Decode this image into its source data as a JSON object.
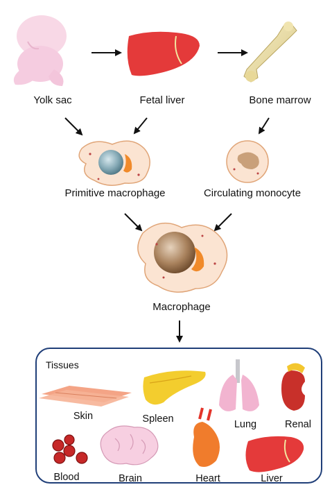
{
  "stages": {
    "yolk_sac": "Yolk sac",
    "fetal_liver": "Fetal liver",
    "bone_marrow": "Bone marrow"
  },
  "cells": {
    "primitive_macrophage": "Primitive macrophage",
    "circulating_monocyte": "Circulating monocyte",
    "macrophage": "Macrophage"
  },
  "tissues": {
    "title": "Tissues",
    "items": [
      "Skin",
      "Spleen",
      "Lung",
      "Renal",
      "Blood",
      "Brain",
      "Heart",
      "Liver"
    ]
  }
}
